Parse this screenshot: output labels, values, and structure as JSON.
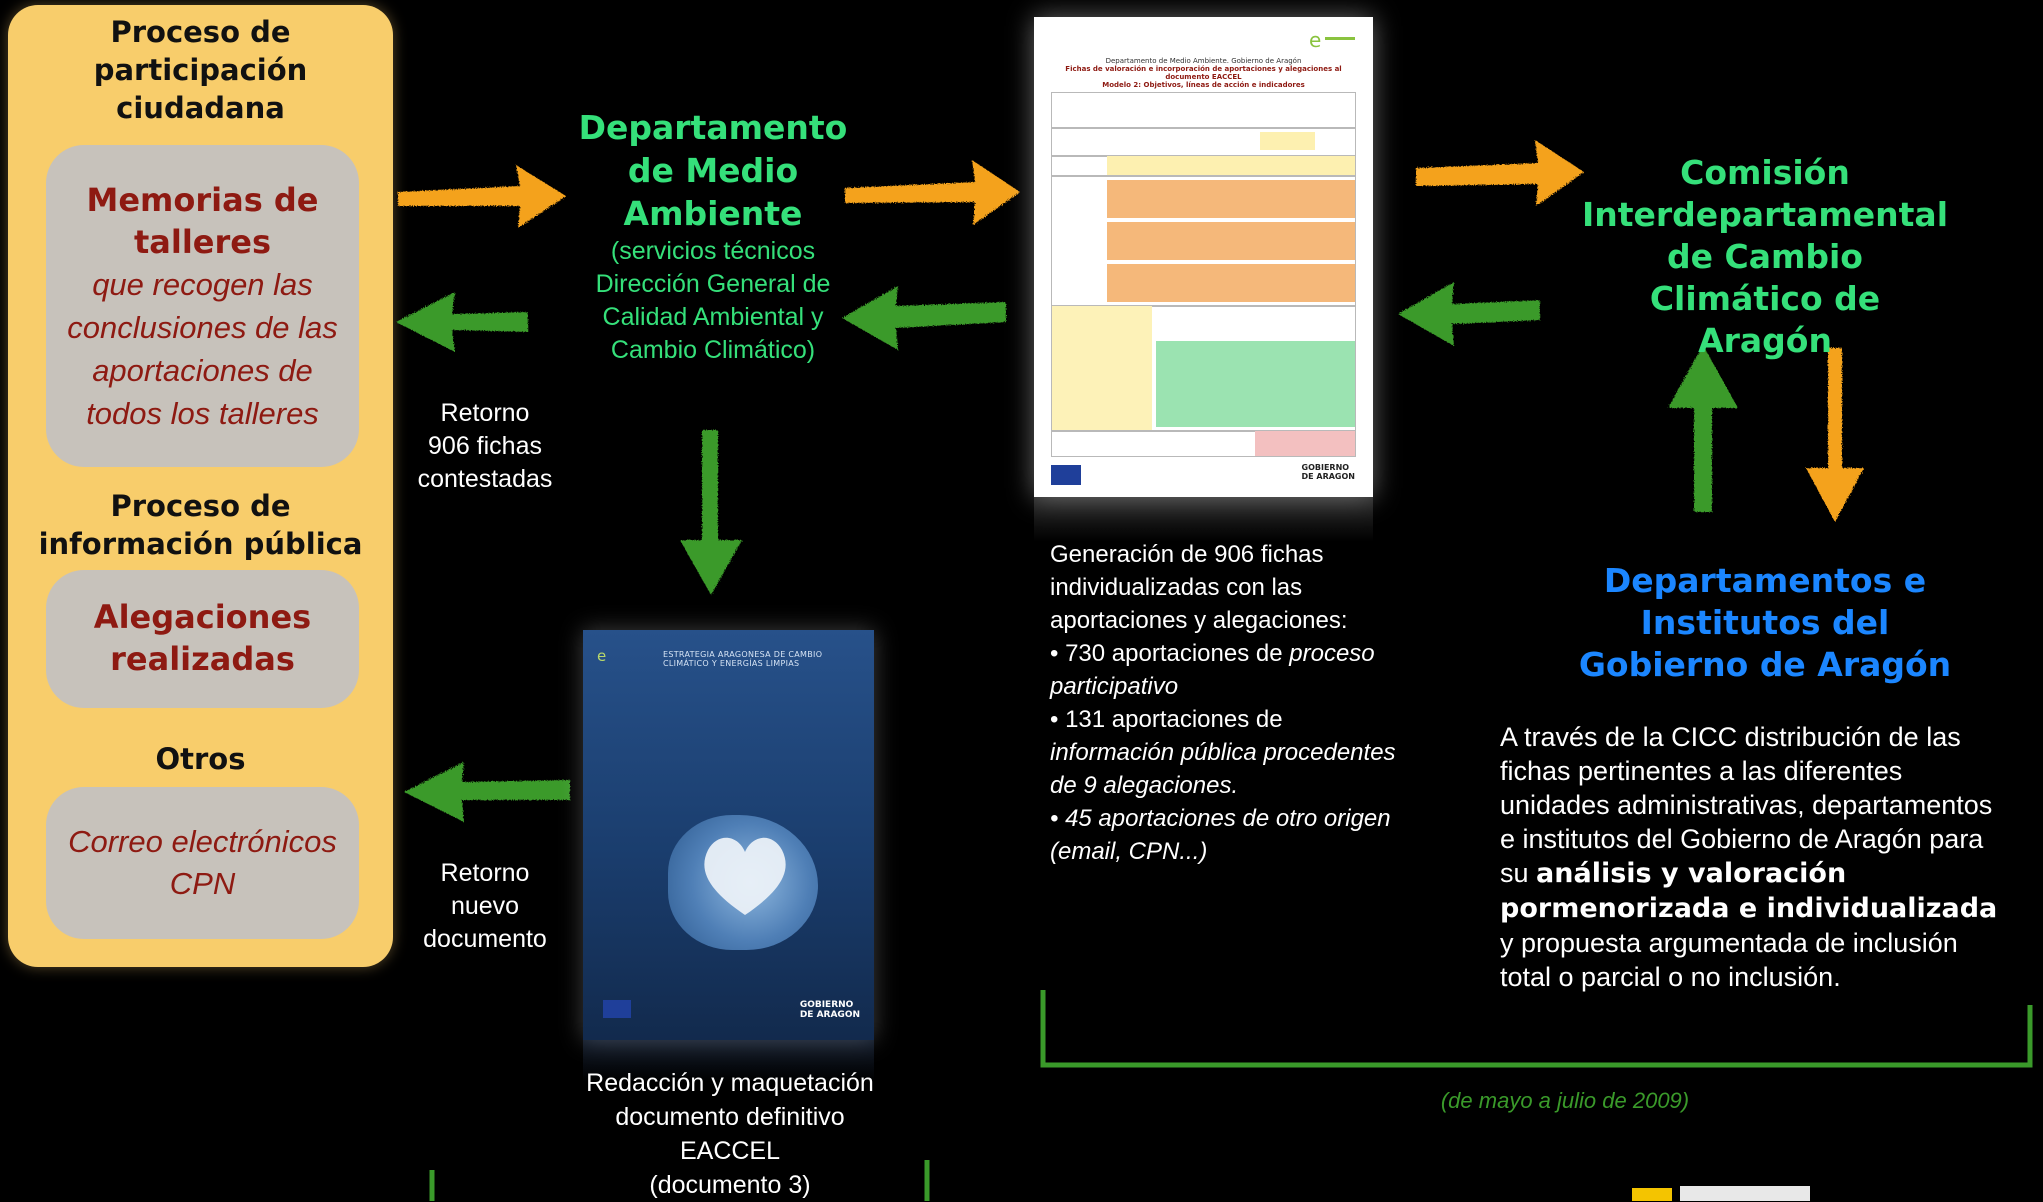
{
  "left_panel": {
    "title1": "Proceso de\nparticipación\nciudadana",
    "memorias": {
      "title": "Memorias de\ntalleres",
      "subtitle": "que recogen las\nconclusiones de las\naportaciones de\ntodos los talleres"
    },
    "title2": "Proceso de\ninformación pública",
    "alegaciones": "Alegaciones\nrealizadas",
    "title3": "Otros",
    "otros": "Correo electrónicos\nCPN"
  },
  "departamento": {
    "name": "Departamento\nde Medio\nAmbiente",
    "detail": "(servicios técnicos\nDirección General de\nCalidad Ambiental y\nCambio Climático)"
  },
  "retorno_fichas": "Retorno\n906 fichas\ncontestadas",
  "retorno_doc": "Retorno\nnuevo\ndocumento",
  "ficha_thumbnail": {
    "header1": "Departamento de Medio Ambiente. Gobierno de Aragón",
    "header2": "Fichas de valoración e incorporación de aportaciones y alegaciones al documento EACCEL",
    "header3": "Modelo 2: Objetivos, líneas de acción e indicadores",
    "logo": "GOBIERNO\nDE ARAGON"
  },
  "fichas_caption": {
    "line1": "Generación de 906 fichas\nindividualizadas con las\naportaciones y alegaciones:",
    "b1_num": "• 730 aportaciones de ",
    "b1_ital": "proceso\nparticipativo",
    "b2_num": "• 131 aportaciones de",
    "b2_ital": "información pública  procedentes\nde 9 alegaciones.",
    "b3": "• 45 aportaciones de otro origen\n(email, CPN...)"
  },
  "document_cover": {
    "header": "ESTRATEGIA ARAGONESA DE CAMBIO CLIMÁTICO Y ENERGÍAS LIMPIAS",
    "logo": "GOBIERNO\nDE ARAGON"
  },
  "doc_caption": "Redacción y maquetación\ndocumento definitivo\nEACCEL\n(documento 3)",
  "comision": "Comisión\nInterdepartamental\nde Cambio\nClimático de Aragón",
  "departamentos": "Departamentos e\nInstitutos del\nGobierno de Aragón",
  "cicc_text": {
    "part1": "A través de la CICC distribución de las\nfichas pertinentes a las diferentes\nunidades administrativas, departamentos\ne institutos del Gobierno de Aragón para\nsu ",
    "bold": "análisis y valoración\npormenorizada e individualizada",
    "part2": "\ny propuesta argumentada de inclusión\ntotal o parcial o no inclusión."
  },
  "date_range": "(de mayo a julio de 2009)",
  "colors": {
    "green": "#35e07a",
    "blue": "#1b86ff",
    "orange_arrow": "#f4a21c",
    "green_arrow": "#3a9a2a",
    "panel": "#f8cd6b",
    "box": "#c7c2bb",
    "red_text": "#8e1a12"
  }
}
